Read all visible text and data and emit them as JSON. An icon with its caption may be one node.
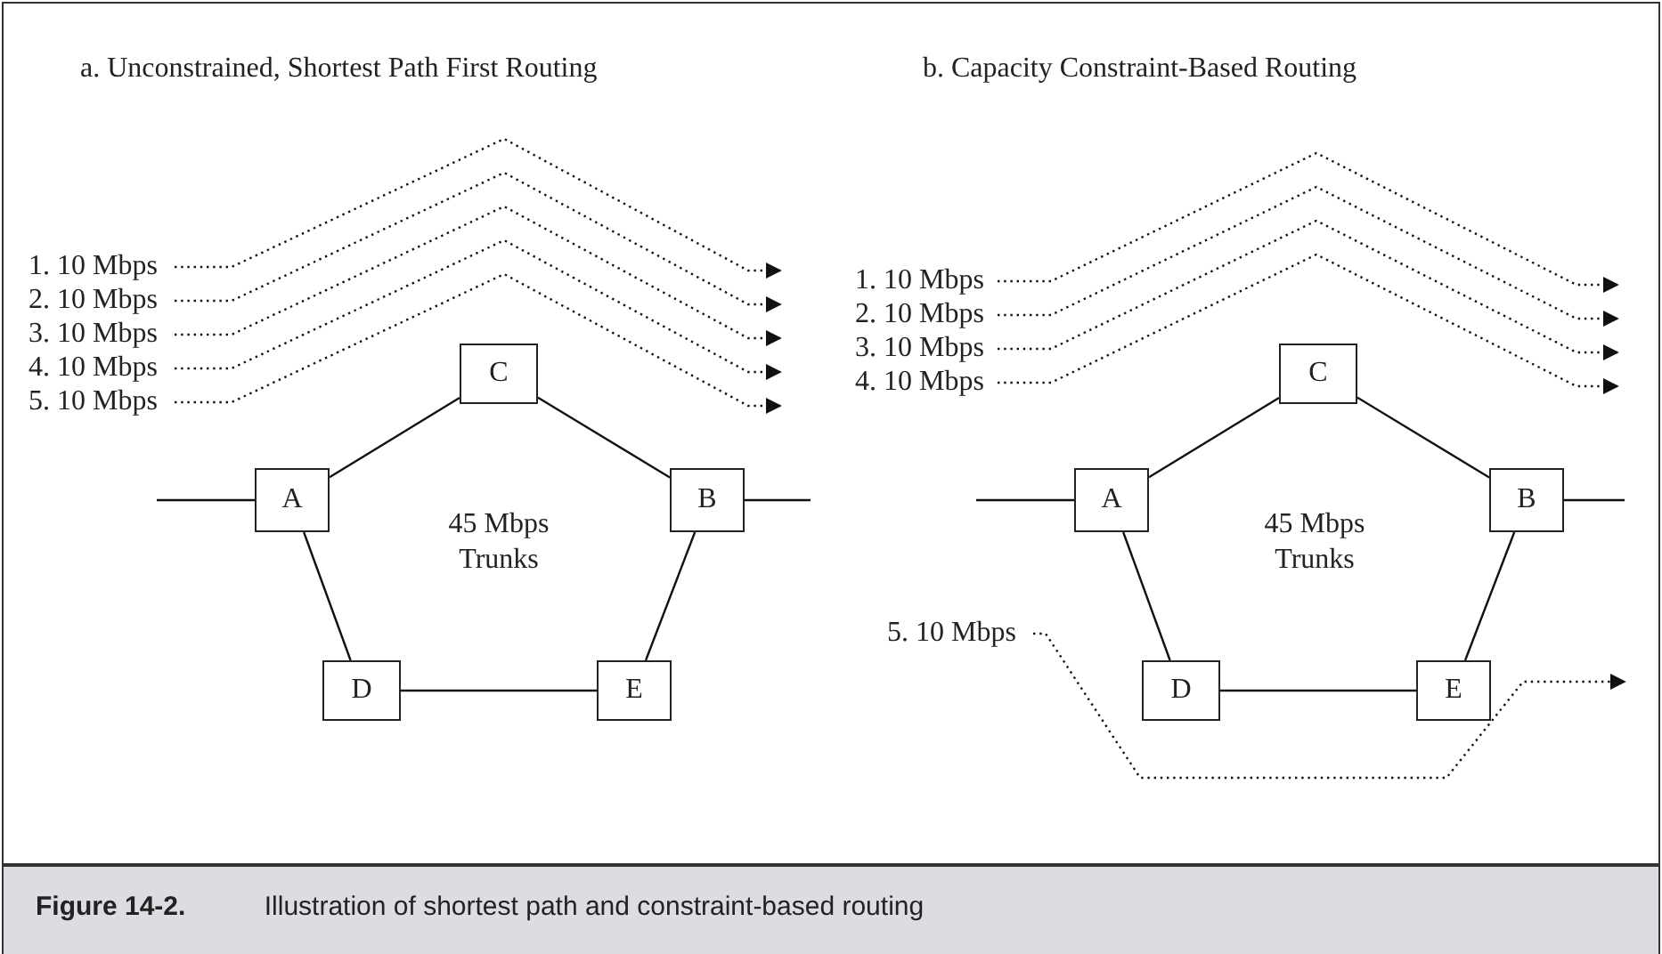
{
  "diagram": {
    "caption": "**Figure 14-2.** Illustration of shortest path and constraint-based routing",
    "nodes": [
      {
        "text": [
          "1. 10 Mbps"
        ]
      },
      {
        "text": [
          "2. 10 Mbps"
        ]
      },
      {
        "text": [
          "3. 10 Mbps"
        ]
      },
      {
        "text": [
          "4. 10 Mbps"
        ]
      },
      {
        "text": [
          "5. 10 Mbps"
        ]
      },
      {
        "text": [
          "C"
        ]
      },
      {
        "text": [
          "A"
        ]
      },
      {
        "text": [
          "B"
        ]
      },
      {
        "text": [
          "D"
        ]
      },
      {
        "text": [
          "E"
        ]
      },
      {
        "text": [
          "1. 10 Mbps"
        ]
      },
      {
        "text": [
          "2. 10 Mbps"
        ]
      },
      {
        "text": [
          "3. 10 Mbps"
        ]
      },
      {
        "text": [
          "4. 10 Mbps"
        ]
      },
      {
        "text": [
          "C"
        ]
      },
      {
        "text": [
          "A"
        ]
      },
      {
        "text": [
          "B"
        ]
      },
      {
        "text": [
          "5. 10 Mbps"
        ]
      },
      {
        "text": [
          "D"
        ]
      },
      {
        "text": [
          "E"
        ]
      }
    ],
    "edges": [
      {
        "from": 0,
        "to": null,
        "arrow": "to",
        "style": "dashed"
      },
      {
        "from": 1,
        "to": null,
        "arrow": "to",
        "style": "dashed"
      },
      {
        "from": 2,
        "to": null,
        "arrow": "to",
        "style": "dashed"
      },
      {
        "from": 3,
        "to": null,
        "arrow": "to",
        "style": "dashed"
      },
      {
        "from": 4,
        "to": null,
        "arrow": "to",
        "style": "dashed"
      },
      {
        "from": null,
        "to": 6,
        "arrow": "none"
      },
      {
        "from": 6,
        "to": 5,
        "arrow": "none"
      },
      {
        "from": 5,
        "to": 7,
        "arrow": "none"
      },
      {
        "from": 7,
        "to": null,
        "arrow": "none"
      },
      {
        "from": 6,
        "to": 8,
        "arrow": "none"
      },
      {
        "from": 8,
        "to": 9,
        "arrow": "none"
      },
      {
        "from": 9,
        "to": 7,
        "arrow": "none"
      },
      {
        "from": 10,
        "to": null,
        "arrow": "to",
        "style": "dashed"
      },
      {
        "from": 11,
        "to": null,
        "arrow": "to",
        "style": "dashed"
      },
      {
        "from": 12,
        "to": null,
        "arrow": "to",
        "style": "dashed"
      },
      {
        "from": 13,
        "to": null,
        "arrow": "to",
        "style": "dashed"
      },
      {
        "from": null,
        "to": 15,
        "arrow": "none"
      },
      {
        "from": 15,
        "to": 14,
        "arrow": "none"
      },
      {
        "from": 14,
        "to": 16,
        "arrow": "none"
      },
      {
        "from": 16,
        "to": null,
        "arrow": "none"
      },
      {
        "from": 15,
        "to": 18,
        "arrow": "none"
      },
      {
        "from": 18,
        "to": 19,
        "arrow": "none"
      },
      {
        "from": 19,
        "to": 16,
        "arrow": "none"
      },
      {
        "from": 17,
        "to": null,
        "arrow": "to",
        "style": "dashed"
      }
    ],
    "labels": [
      "a. Unconstrained, Shortest Path First Routing",
      "b. Capacity Constraint-Based Routing",
      "45 Mbps Trunks",
      "45 Mbps Trunks"
    ]
  }
}
